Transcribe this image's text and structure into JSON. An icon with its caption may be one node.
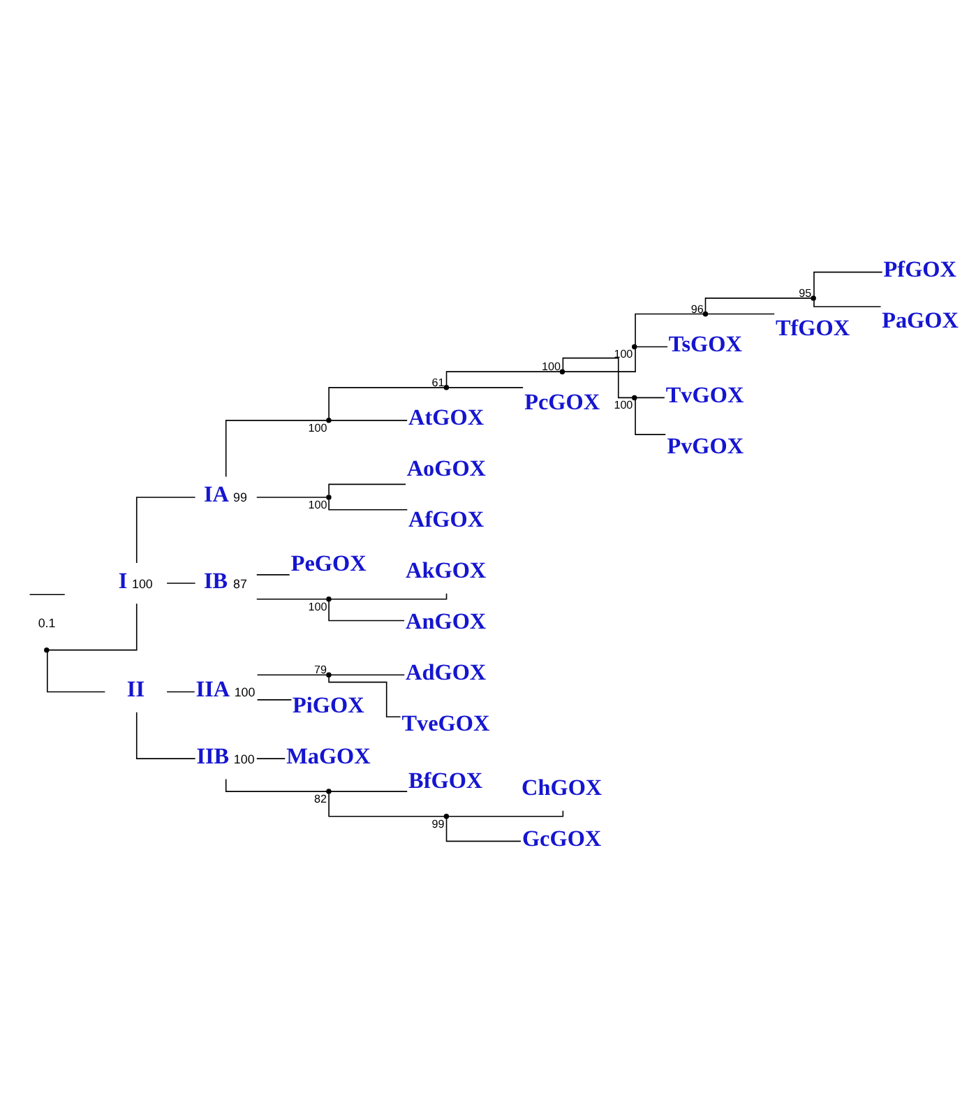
{
  "diagram": {
    "nodes": [
      {
        "text": [],
        "shape": "point"
      },
      {
        "text": [
          "I"
        ],
        "beside": [
          "100"
        ]
      },
      {
        "text": [
          "IA"
        ],
        "beside": [
          "99"
        ]
      },
      {
        "text": [],
        "shape": "point",
        "beside": [
          "100"
        ]
      },
      {
        "text": [],
        "shape": "point",
        "beside": [
          "61"
        ]
      },
      {
        "text": [],
        "shape": "point",
        "beside": [
          "100"
        ]
      },
      {
        "text": [],
        "shape": "point",
        "beside": [
          "100"
        ]
      },
      {
        "text": [],
        "shape": "point",
        "beside": [
          "96"
        ]
      },
      {
        "text": [],
        "shape": "point",
        "beside": [
          "95"
        ]
      },
      {
        "text": [
          "PfGOX"
        ]
      },
      {
        "text": [
          "PaGOX"
        ]
      },
      {
        "text": [
          "TfGOX"
        ]
      },
      {
        "text": [
          "TsGOX"
        ]
      },
      {
        "text": [],
        "shape": "point",
        "beside": [
          "100"
        ]
      },
      {
        "text": [
          "TvGOX"
        ]
      },
      {
        "text": [
          "PvGOX"
        ]
      },
      {
        "text": [
          "PcGOX"
        ]
      },
      {
        "text": [
          "AtGOX"
        ]
      },
      {
        "text": [],
        "shape": "point",
        "beside": [
          "100"
        ]
      },
      {
        "text": [
          "AoGOX"
        ]
      },
      {
        "text": [
          "AfGOX"
        ]
      },
      {
        "text": [
          "IB"
        ],
        "beside": [
          "87"
        ]
      },
      {
        "text": [
          "PeGOX"
        ]
      },
      {
        "text": [],
        "shape": "point",
        "beside": [
          "100"
        ]
      },
      {
        "text": [
          "AkGOX"
        ]
      },
      {
        "text": [
          "AnGOX"
        ]
      },
      {
        "text": [
          "II"
        ]
      },
      {
        "text": [
          "IIA"
        ],
        "beside": [
          "100"
        ]
      },
      {
        "text": [],
        "shape": "point",
        "beside": [
          "79"
        ]
      },
      {
        "text": [
          "AdGOX"
        ]
      },
      {
        "text": [
          "TveGOX"
        ]
      },
      {
        "text": [
          "PiGOX"
        ]
      },
      {
        "text": [
          "IIB"
        ],
        "beside": [
          "100"
        ]
      },
      {
        "text": [
          "MaGOX"
        ]
      },
      {
        "text": [],
        "shape": "point",
        "beside": [
          "82"
        ]
      },
      {
        "text": [
          "BfGOX"
        ]
      },
      {
        "text": [],
        "shape": "point",
        "beside": [
          "99"
        ]
      },
      {
        "text": [
          "ChGOX"
        ]
      },
      {
        "text": [
          "GcGOX"
        ]
      }
    ],
    "edges": [
      {
        "from": 0,
        "to": 1,
        "arrow": "none"
      },
      {
        "from": 1,
        "to": 2,
        "arrow": "none"
      },
      {
        "from": 2,
        "to": 3,
        "arrow": "none"
      },
      {
        "from": 3,
        "to": 4,
        "arrow": "none"
      },
      {
        "from": 4,
        "to": 5,
        "arrow": "none"
      },
      {
        "from": 5,
        "to": 6,
        "arrow": "none"
      },
      {
        "from": 6,
        "to": 7,
        "arrow": "none"
      },
      {
        "from": 7,
        "to": 8,
        "arrow": "none"
      },
      {
        "from": 8,
        "to": 9,
        "arrow": "none"
      },
      {
        "from": 8,
        "to": 10,
        "arrow": "none"
      },
      {
        "from": 7,
        "to": 11,
        "arrow": "none"
      },
      {
        "from": 6,
        "to": 12,
        "arrow": "none"
      },
      {
        "from": 5,
        "to": 13,
        "arrow": "none"
      },
      {
        "from": 13,
        "to": 14,
        "arrow": "none"
      },
      {
        "from": 13,
        "to": 15,
        "arrow": "none"
      },
      {
        "from": 4,
        "to": 16,
        "arrow": "none"
      },
      {
        "from": 3,
        "to": 17,
        "arrow": "none"
      },
      {
        "from": 2,
        "to": 18,
        "arrow": "none"
      },
      {
        "from": 18,
        "to": 19,
        "arrow": "none"
      },
      {
        "from": 18,
        "to": 20,
        "arrow": "none"
      },
      {
        "from": 1,
        "to": 21,
        "arrow": "none"
      },
      {
        "from": 21,
        "to": 22,
        "arrow": "none"
      },
      {
        "from": 21,
        "to": 23,
        "arrow": "none"
      },
      {
        "from": 23,
        "to": 24,
        "arrow": "none"
      },
      {
        "from": 23,
        "to": 25,
        "arrow": "none"
      },
      {
        "from": 0,
        "to": 26,
        "arrow": "none"
      },
      {
        "from": 26,
        "to": 27,
        "arrow": "none"
      },
      {
        "from": 27,
        "to": 28,
        "arrow": "none"
      },
      {
        "from": 28,
        "to": 29,
        "arrow": "none"
      },
      {
        "from": 28,
        "to": 30,
        "arrow": "none"
      },
      {
        "from": 27,
        "to": 31,
        "arrow": "none"
      },
      {
        "from": 26,
        "to": 32,
        "arrow": "none"
      },
      {
        "from": 32,
        "to": 33,
        "arrow": "none"
      },
      {
        "from": 32,
        "to": 34,
        "arrow": "none"
      },
      {
        "from": 34,
        "to": 35,
        "arrow": "none"
      },
      {
        "from": 34,
        "to": 36,
        "arrow": "none"
      },
      {
        "from": 36,
        "to": 37,
        "arrow": "none"
      },
      {
        "from": 36,
        "to": 38,
        "arrow": "none"
      }
    ],
    "labels": [
      "0.1"
    ]
  }
}
